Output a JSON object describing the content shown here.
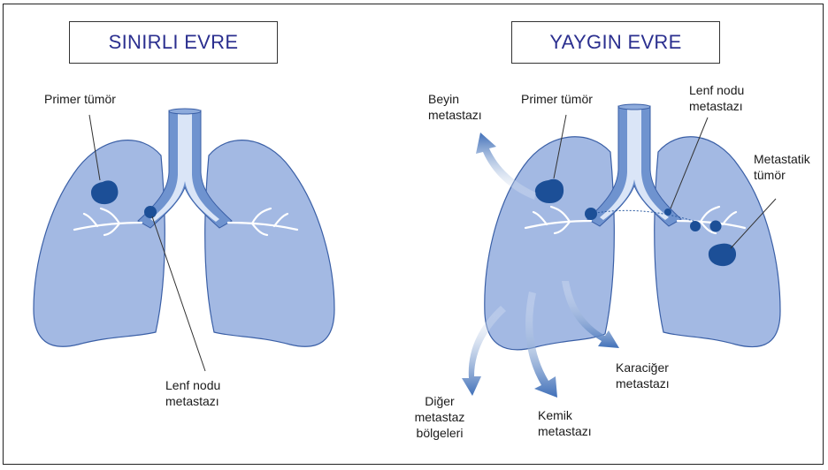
{
  "panels": {
    "left": {
      "title": "SINIRLI EVRE"
    },
    "right": {
      "title": "YAYGIN EVRE"
    }
  },
  "labels": {
    "left_primary_tumor": "Primer tümör",
    "left_lymph_line1": "Lenf nodu",
    "left_lymph_line2": "metastazı",
    "right_brain_line1": "Beyin",
    "right_brain_line2": "metastazı",
    "right_primary_tumor": "Primer tümör",
    "right_lymph_line1": "Lenf nodu",
    "right_lymph_line2": "metastazı",
    "right_metastatic_line1": "Metastatik",
    "right_metastatic_line2": "tümör",
    "right_liver_line1": "Karaciğer",
    "right_liver_line2": "metastazı",
    "right_other_line1": "Diğer",
    "right_other_line2": "metastaz",
    "right_other_line3": "bölgeleri",
    "right_bone_line1": "Kemik",
    "right_bone_line2": "metastazı"
  },
  "colors": {
    "lung_fill": "#a3b9e3",
    "lung_stroke": "#3a5fa6",
    "trachea_fill": "#6f93cf",
    "tumor": "#1c4f97",
    "title_text": "#2b2f8f",
    "arrow": "#4f7cc0"
  }
}
